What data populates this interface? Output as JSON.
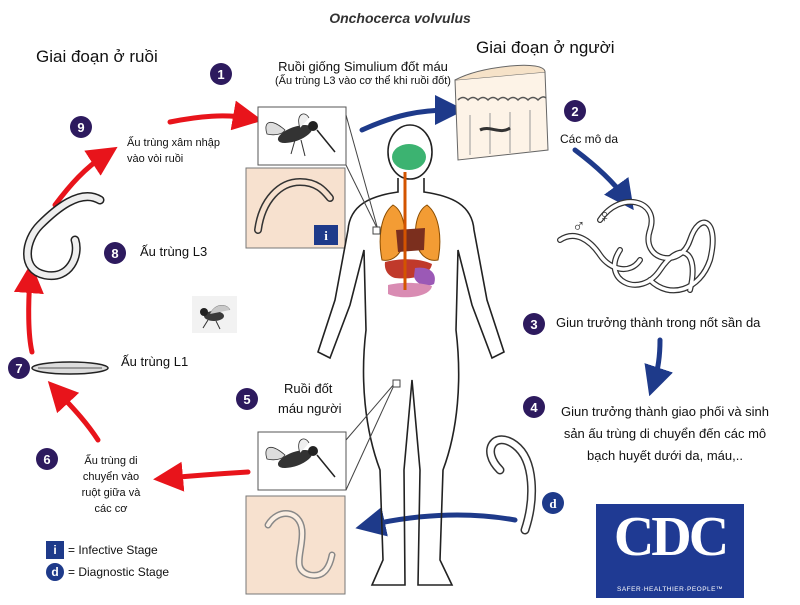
{
  "title": "Onchocerca volvulus",
  "headings": {
    "fly_stage": "Giai đoạn ở ruồi",
    "human_stage": "Giai đoạn ở người"
  },
  "steps": [
    {
      "num": "1",
      "label_line1": "Ruồi giống Simulium đốt máu",
      "label_line2": "(Ấu trùng L3 vào cơ thể khi ruồi đốt)"
    },
    {
      "num": "2",
      "label_line1": "Các mô da",
      "label_line2": ""
    },
    {
      "num": "3",
      "label_line1": "Giun trưởng thành trong nốt sần da",
      "label_line2": ""
    },
    {
      "num": "4",
      "label_line1": "Giun trưởng thành giao phối và sinh",
      "label_line2": "sản ấu trùng di chuyển đến các mô",
      "label_line3": "bạch huyết dưới da, máu,.."
    },
    {
      "num": "5",
      "label_line1": "Ruồi đốt",
      "label_line2": "máu người"
    },
    {
      "num": "6",
      "label_line1": "Ấu trùng di",
      "label_line2": "chuyển vào",
      "label_line3": "ruột giữa và",
      "label_line4": "các cơ"
    },
    {
      "num": "7",
      "label_line1": "Ấu trùng L1",
      "label_line2": ""
    },
    {
      "num": "8",
      "label_line1": "Ấu trùng L3",
      "label_line2": ""
    },
    {
      "num": "9",
      "label_line1": "Ấu trùng xâm nhập",
      "label_line2": "vào vòi ruồi"
    }
  ],
  "legend": {
    "infective_letter": "i",
    "infective_text": "= Infective Stage",
    "diagnostic_letter": "d",
    "diagnostic_text": "= Diagnostic Stage"
  },
  "badges": {
    "infective": "i",
    "diagnostic": "d"
  },
  "sex_symbols": {
    "male": "♂",
    "female": "♀"
  },
  "cdc": {
    "logo_text": "CDC",
    "tagline": "SAFER·HEALTHIER·PEOPLE™"
  },
  "colors": {
    "fly_arrow": "#e8141b",
    "human_arrow": "#1e3a8a",
    "step_circle": "#2d1a5e",
    "brain": "#3cb371",
    "lungs": "#f39c34",
    "liver": "#c0392b",
    "stomach": "#9b59b6",
    "cdc_blue": "#1f3a93"
  }
}
